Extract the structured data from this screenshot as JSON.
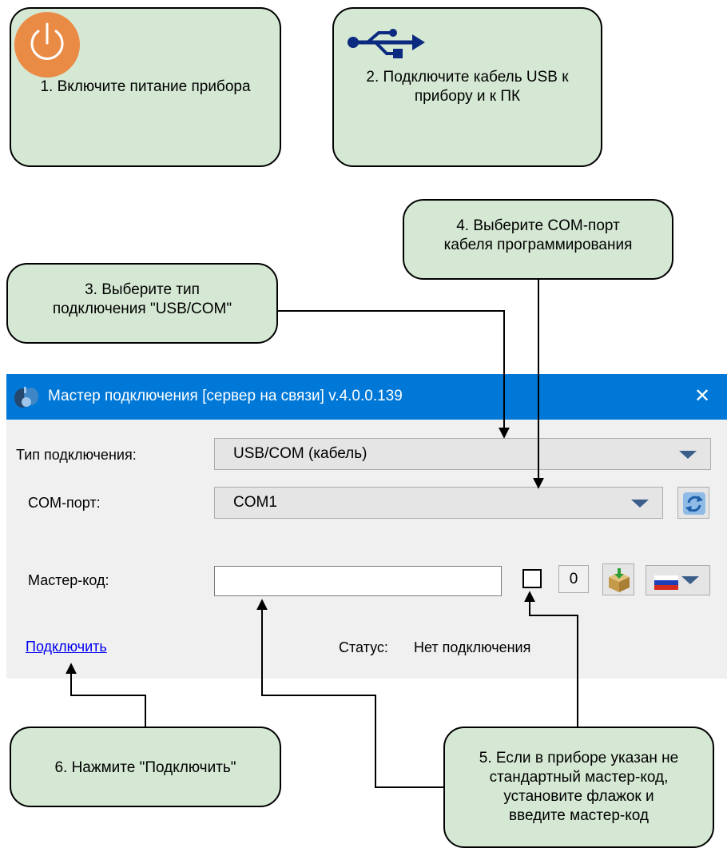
{
  "steps": {
    "step1": "1. Включите питание прибора",
    "step2": "2. Подключите кабель USB к\nприбору и к ПК",
    "step3": "3. Выберите тип\nподключения \"USB/COM\"",
    "step4": "4. Выберите COM-порт\nкабеля программирования",
    "step5": "5. Если в приборе указан не\nстандартный мастер-код,\nустановите флажок и\nвведите мастер-код",
    "step6": "6. Нажмите \"Подключить\""
  },
  "icons": {
    "power": "power-icon",
    "usb": "usb-icon",
    "app": "app-icon",
    "refresh": "refresh-icon",
    "package": "package-icon",
    "flag": "russian-flag-icon"
  },
  "window": {
    "title": "Мастер подключения [сервер на связи] v.4.0.0.139",
    "close_label": "✕",
    "connection_type_label": "Тип подключения:",
    "connection_type_value": "USB/COM (кабель)",
    "com_port_label": "COM-порт:",
    "com_port_value": "COM1",
    "master_code_label": "Мастер-код:",
    "master_code_value": "",
    "master_code_checked": false,
    "counter_value": "0",
    "connect_link": "Подключить",
    "status_label": "Статус:",
    "status_value": "Нет подключения"
  },
  "colors": {
    "callout_fill": "#d5e8d4",
    "power_orange": "#ea8b45",
    "usb_blue": "#0b2a80",
    "titlebar_blue": "#0078d7",
    "window_bg": "#f0f0f0",
    "link_blue": "#0000ee"
  }
}
